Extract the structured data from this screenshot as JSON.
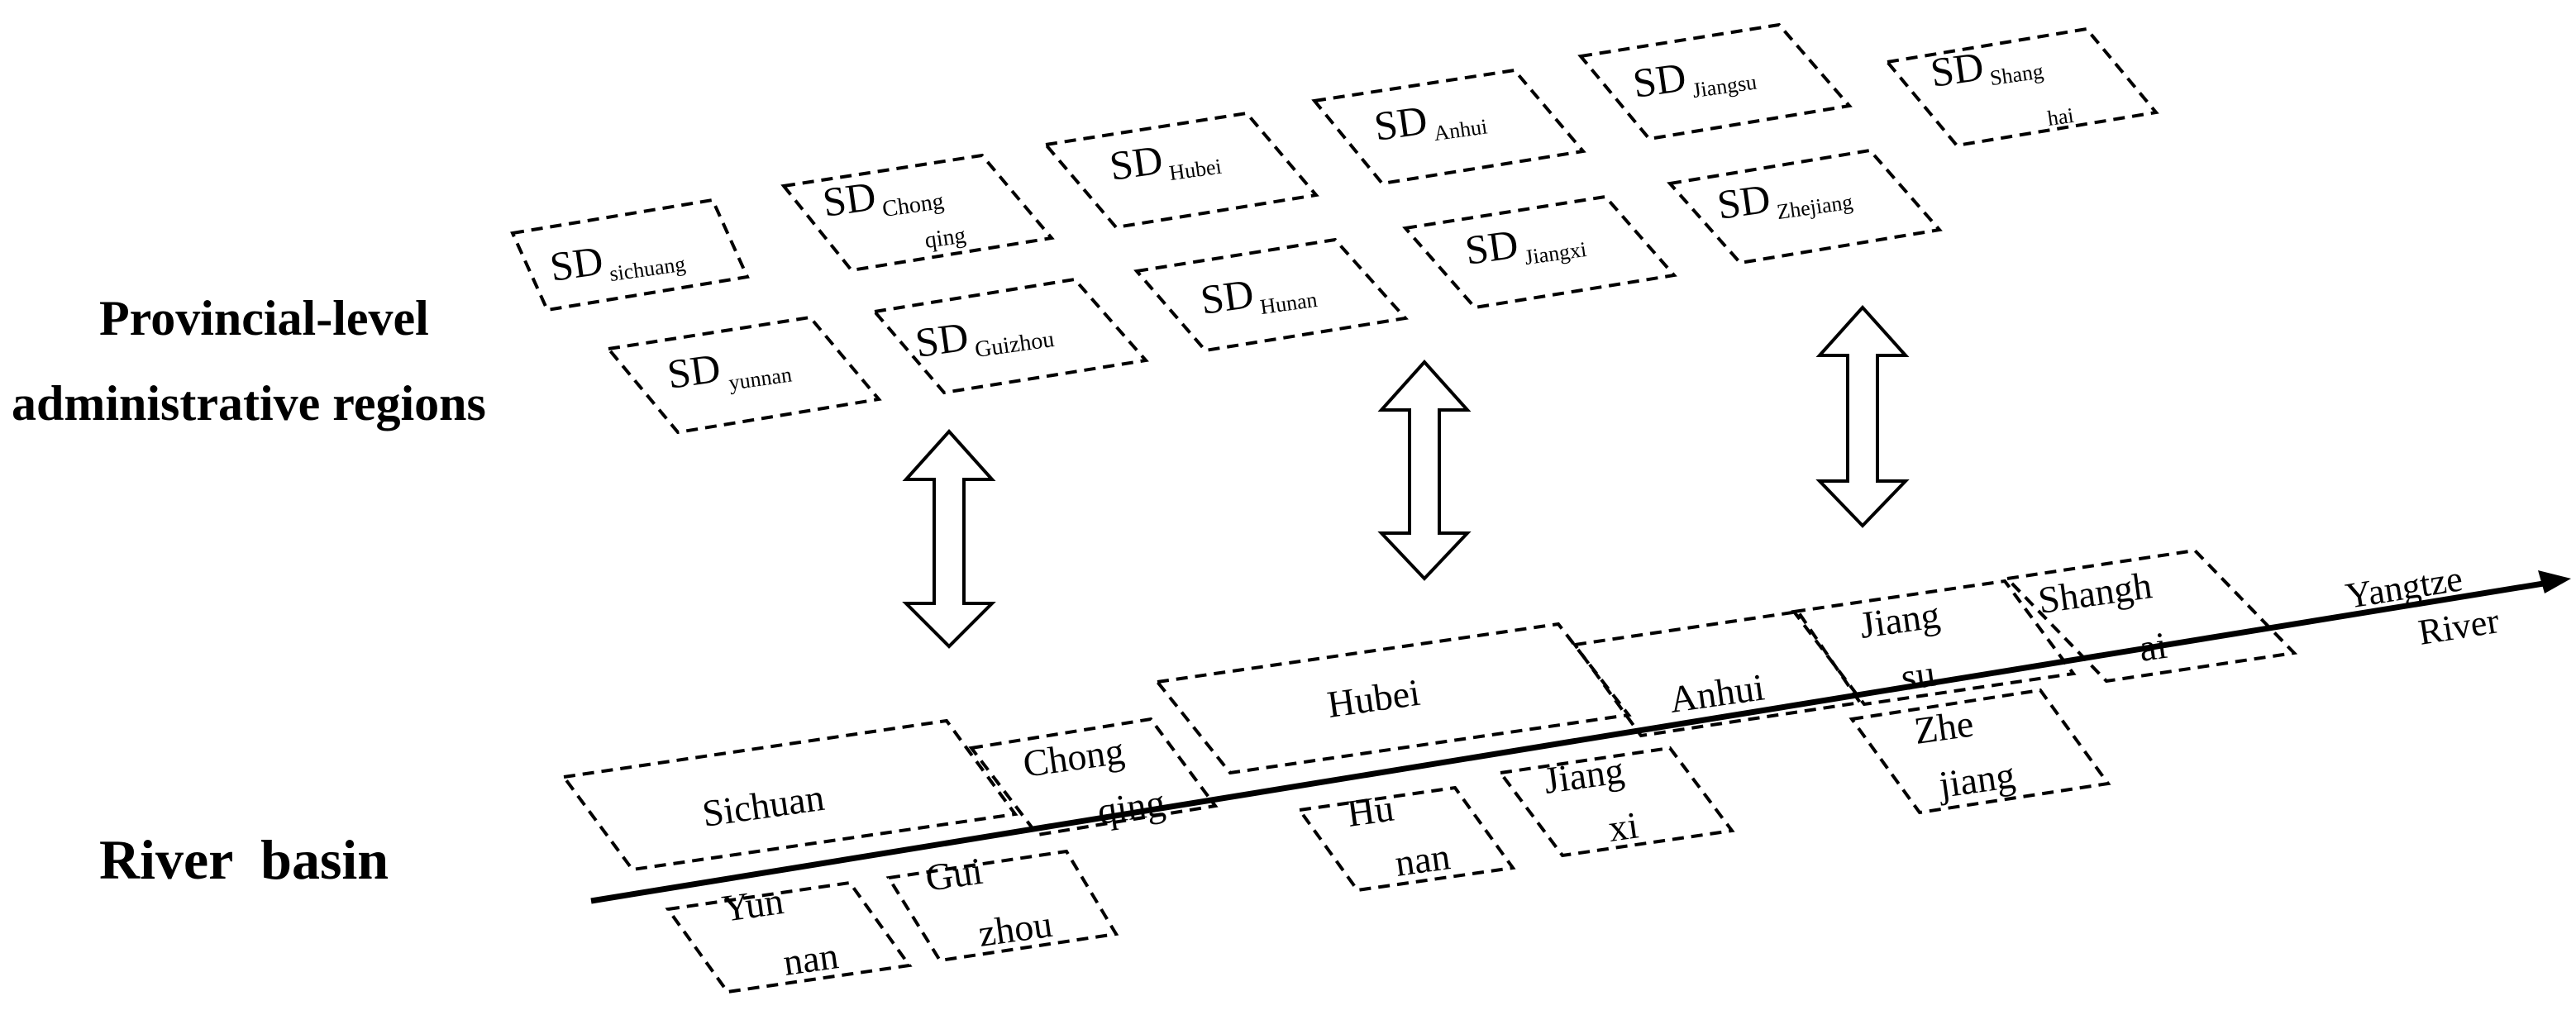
{
  "labels": {
    "provincial_line1": "Provincial-level",
    "provincial_line2": "administrative regions",
    "river_basin": "River  basin",
    "yangtze_line1": "Yangtze",
    "yangtze_line2": "River"
  },
  "sd_prefix": "SD",
  "provincial_boxes": [
    {
      "id": "sichuang",
      "sub1": "sichuang",
      "sub2": ""
    },
    {
      "id": "yunnan",
      "sub1": "yunnan",
      "sub2": ""
    },
    {
      "id": "chongqing",
      "sub1": "Chong",
      "sub2": "qing"
    },
    {
      "id": "guizhou",
      "sub1": "Guizhou",
      "sub2": ""
    },
    {
      "id": "hubei",
      "sub1": "Hubei",
      "sub2": ""
    },
    {
      "id": "hunan",
      "sub1": "Hunan",
      "sub2": ""
    },
    {
      "id": "anhui",
      "sub1": "Anhui",
      "sub2": ""
    },
    {
      "id": "jiangxi",
      "sub1": "Jiangxi",
      "sub2": ""
    },
    {
      "id": "jiangsu",
      "sub1": "Jiangsu",
      "sub2": ""
    },
    {
      "id": "zhejiang",
      "sub1": "Zhejiang",
      "sub2": ""
    },
    {
      "id": "shanghai",
      "sub1": "Shang",
      "sub2": "hai"
    }
  ],
  "basin_regions": [
    {
      "id": "sichuan",
      "line1": "Sichuan",
      "line2": ""
    },
    {
      "id": "chongqing",
      "line1": "Chong",
      "line2": "qing"
    },
    {
      "id": "hubei",
      "line1": "Hubei",
      "line2": ""
    },
    {
      "id": "anhui",
      "line1": "Anhui",
      "line2": ""
    },
    {
      "id": "jiangsu",
      "line1": "Jiang",
      "line2": "su"
    },
    {
      "id": "shanghai",
      "line1": "Shangh",
      "line2": "ai"
    },
    {
      "id": "yunnan",
      "line1": "Yun",
      "line2": "nan"
    },
    {
      "id": "guizhou",
      "line1": "Gui",
      "line2": "zhou"
    },
    {
      "id": "hunan",
      "line1": "Hu",
      "line2": "nan"
    },
    {
      "id": "jiangxi",
      "line1": "Jiang",
      "line2": "xi"
    },
    {
      "id": "zhejiang",
      "line1": "Zhe",
      "line2": "jiang"
    }
  ],
  "arrows": [
    "left-arrow",
    "middle-arrow",
    "right-arrow"
  ]
}
